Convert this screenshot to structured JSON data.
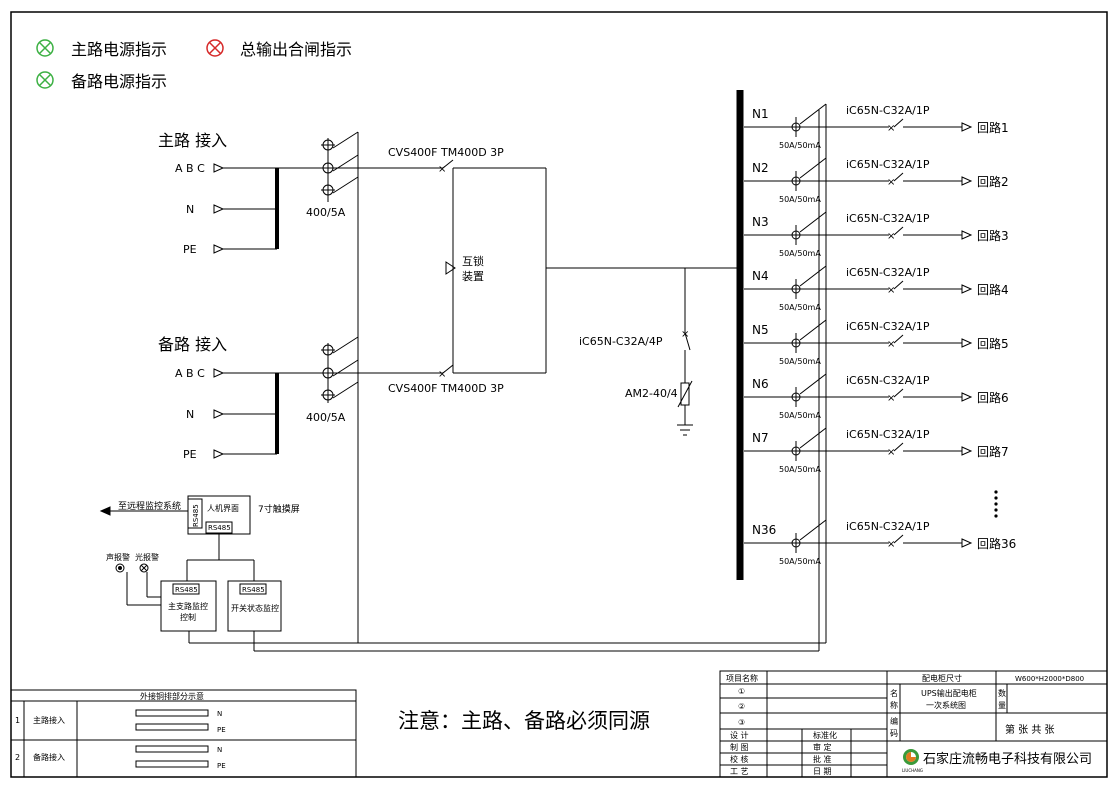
{
  "legend": {
    "main_power": "主路电源指示",
    "output_close": "总输出合闸指示",
    "backup_power": "备路电源指示",
    "colors": {
      "green": "#3cb043",
      "red": "#d62828"
    }
  },
  "main_input": {
    "title": "主路 接入",
    "abc": "A B C",
    "n": "N",
    "pe": "PE",
    "ct": "400/5A",
    "breaker": "CVS400F TM400D 3P"
  },
  "backup_input": {
    "title": "备路 接入",
    "abc": "A B C",
    "n": "N",
    "pe": "PE",
    "ct": "400/5A",
    "breaker": "CVS400F TM400D 3P"
  },
  "interlock": {
    "line1": "互锁",
    "line2": "装置"
  },
  "spd": {
    "breaker": "iC65N-C32A/4P",
    "arrester": "AM2-40/4"
  },
  "branches": [
    {
      "n": "N1",
      "breaker": "iC65N-C32A/1P",
      "rcd": "50A/50mA",
      "circuit": "回路1"
    },
    {
      "n": "N2",
      "breaker": "iC65N-C32A/1P",
      "rcd": "50A/50mA",
      "circuit": "回路2"
    },
    {
      "n": "N3",
      "breaker": "iC65N-C32A/1P",
      "rcd": "50A/50mA",
      "circuit": "回路3"
    },
    {
      "n": "N4",
      "breaker": "iC65N-C32A/1P",
      "rcd": "50A/50mA",
      "circuit": "回路4"
    },
    {
      "n": "N5",
      "breaker": "iC65N-C32A/1P",
      "rcd": "50A/50mA",
      "circuit": "回路5"
    },
    {
      "n": "N6",
      "breaker": "iC65N-C32A/1P",
      "rcd": "50A/50mA",
      "circuit": "回路6"
    },
    {
      "n": "N7",
      "breaker": "iC65N-C32A/1P",
      "rcd": "50A/50mA",
      "circuit": "回路7"
    },
    {
      "n": "N36",
      "breaker": "iC65N-C32A/1P",
      "rcd": "50A/50mA",
      "circuit": "回路36"
    }
  ],
  "monitor": {
    "remote": "至远程监控系统",
    "hmi": "人机界面",
    "touch": "7寸触摸屏",
    "rs485": "RS485",
    "sound": "声报警",
    "light": "光报警",
    "main_ctrl_1": "主支路监控",
    "main_ctrl_2": "控制",
    "switch_mon": "开关状态监控"
  },
  "copper": {
    "title": "外接铜排部分示意",
    "rows": [
      {
        "idx": "1",
        "label": "主路接入",
        "n": "N",
        "pe": "PE"
      },
      {
        "idx": "2",
        "label": "备路接入",
        "n": "N",
        "pe": "PE"
      }
    ]
  },
  "note": "注意：主路、备路必须同源",
  "titleblock": {
    "project_name": "项目名称",
    "c1": "①",
    "c2": "②",
    "c3": "③",
    "cabinet_size": "配电柜尺寸",
    "size_value": "W600*H2000*D800",
    "name_label_1": "名",
    "name_label_2": "称",
    "drawing_name_1": "UPS输出配电柜",
    "drawing_name_2": "一次系统图",
    "qty_1": "数",
    "qty_2": "量",
    "code_1": "编",
    "code_2": "码",
    "sheet": "第    张 共    张",
    "design": "设    计",
    "standard": "标准化",
    "draw": "制    图",
    "review": "审    定",
    "check": "校    核",
    "approve": "批    准",
    "craft": "工    艺",
    "date": "日    期",
    "company": "石家庄流畅电子科技有限公司",
    "logo_text": "LIUCHANG"
  }
}
